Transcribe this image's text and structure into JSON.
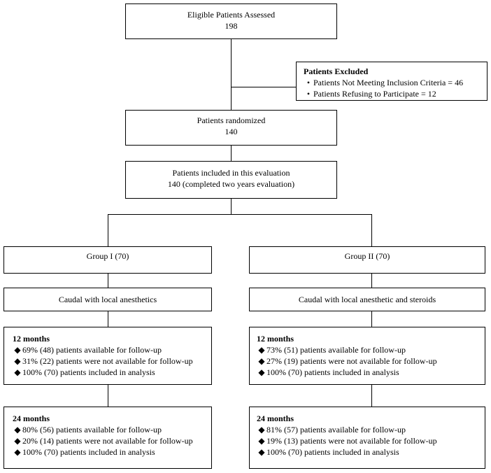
{
  "eligible": {
    "title": "Eligible  Patients  Assessed",
    "count": "198"
  },
  "excluded": {
    "title": "Patients Excluded",
    "items": [
      "Patients  Not  Meeting  Inclusion  Criteria  = 46",
      "Patients  Refusing to Participate = 12"
    ]
  },
  "randomized": {
    "title": "Patients randomized",
    "count": "140"
  },
  "included": {
    "title": "Patients  included  in this evaluation",
    "detail": "140 (completed  two years evaluation)"
  },
  "groups": [
    {
      "label": "Group  I (70)",
      "treatment": "Caudal  with  local  anesthetics",
      "m12": {
        "heading": "12 months",
        "items": [
          "69% (48) patients available  for follow-up",
          "31% (22) patients were not available  for follow-up",
          "100% (70) patients included  in analysis"
        ]
      },
      "m24": {
        "heading": "24 months",
        "items": [
          "80% (56) patients available  for follow-up",
          "20% (14) patients were not available  for follow-up",
          "100% (70) patients included  in analysis"
        ]
      }
    },
    {
      "label": "Group  II (70)",
      "treatment": "Caudal  with  local  anesthetic  and  steroids",
      "m12": {
        "heading": "12 months",
        "items": [
          "73% (51) patients available  for follow-up",
          "27% (19) patients were not available  for follow-up",
          "100% (70) patients included  in analysis"
        ]
      },
      "m24": {
        "heading": "24 months",
        "items": [
          "81% (57) patients available  for follow-up",
          "19% (13) patients were not available  for follow-up",
          "100% (70) patients included  in analysis"
        ]
      }
    }
  ],
  "bullets": {
    "round": "•",
    "diamond": "◆"
  }
}
